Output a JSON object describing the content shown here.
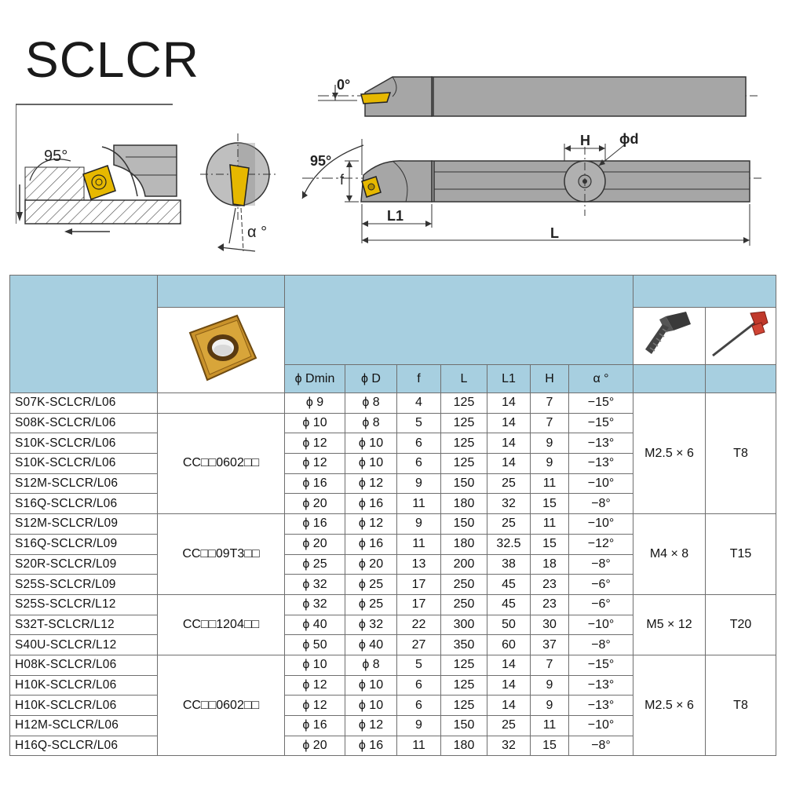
{
  "title": "SCLCR",
  "diagram_labels": {
    "angle_approach_left": "95°",
    "angle_zero": "0°",
    "angle_approach_right": "95°",
    "dim_f": "f",
    "dim_H": "H",
    "dim_d": "ϕd",
    "dim_L1": "L1",
    "dim_L": "L",
    "angle_alpha": "α °"
  },
  "table": {
    "columns": [
      "ϕ Dmin",
      "ϕ D",
      "f",
      "L",
      "L1",
      "H",
      "α °"
    ],
    "groups": [
      {
        "insert": "",
        "rows": [
          {
            "model": "S07K-SCLCR/L06",
            "dmin": "ϕ 9",
            "d": "ϕ 8",
            "f": "4",
            "L": "125",
            "L1": "14",
            "H": "7",
            "alpha": "−15°"
          }
        ]
      },
      {
        "insert": "CC□□0602□□",
        "rows": [
          {
            "model": "S08K-SCLCR/L06",
            "dmin": "ϕ 10",
            "d": "ϕ 8",
            "f": "5",
            "L": "125",
            "L1": "14",
            "H": "7",
            "alpha": "−15°"
          },
          {
            "model": "S10K-SCLCR/L06",
            "dmin": "ϕ 12",
            "d": "ϕ 10",
            "f": "6",
            "L": "125",
            "L1": "14",
            "H": "9",
            "alpha": "−13°"
          },
          {
            "model": "S10K-SCLCR/L06",
            "dmin": "ϕ 12",
            "d": "ϕ 10",
            "f": "6",
            "L": "125",
            "L1": "14",
            "H": "9",
            "alpha": "−13°"
          },
          {
            "model": "S12M-SCLCR/L06",
            "dmin": "ϕ 16",
            "d": "ϕ 12",
            "f": "9",
            "L": "150",
            "L1": "25",
            "H": "11",
            "alpha": "−10°"
          },
          {
            "model": "S16Q-SCLCR/L06",
            "dmin": "ϕ 20",
            "d": "ϕ 16",
            "f": "11",
            "L": "180",
            "L1": "32",
            "H": "15",
            "alpha": "−8°"
          }
        ]
      },
      {
        "insert": "CC□□09T3□□",
        "rows": [
          {
            "model": "S12M-SCLCR/L09",
            "dmin": "ϕ 16",
            "d": "ϕ 12",
            "f": "9",
            "L": "150",
            "L1": "25",
            "H": "11",
            "alpha": "−10°"
          },
          {
            "model": "S16Q-SCLCR/L09",
            "dmin": "ϕ 20",
            "d": "ϕ 16",
            "f": "11",
            "L": "180",
            "L1": "32.5",
            "H": "15",
            "alpha": "−12°"
          },
          {
            "model": "S20R-SCLCR/L09",
            "dmin": "ϕ 25",
            "d": "ϕ 20",
            "f": "13",
            "L": "200",
            "L1": "38",
            "H": "18",
            "alpha": "−8°"
          },
          {
            "model": "S25S-SCLCR/L09",
            "dmin": "ϕ 32",
            "d": "ϕ 25",
            "f": "17",
            "L": "250",
            "L1": "45",
            "H": "23",
            "alpha": "−6°"
          }
        ]
      },
      {
        "insert": "CC□□1204□□",
        "rows": [
          {
            "model": "S25S-SCLCR/L12",
            "dmin": "ϕ 32",
            "d": "ϕ 25",
            "f": "17",
            "L": "250",
            "L1": "45",
            "H": "23",
            "alpha": "−6°"
          },
          {
            "model": "S32T-SCLCR/L12",
            "dmin": "ϕ 40",
            "d": "ϕ 32",
            "f": "22",
            "L": "300",
            "L1": "50",
            "H": "30",
            "alpha": "−10°"
          },
          {
            "model": "S40U-SCLCR/L12",
            "dmin": "ϕ 50",
            "d": "ϕ 40",
            "f": "27",
            "L": "350",
            "L1": "60",
            "H": "37",
            "alpha": "−8°"
          }
        ]
      },
      {
        "insert": "CC□□0602□□",
        "rows": [
          {
            "model": "H08K-SCLCR/L06",
            "dmin": "ϕ 10",
            "d": "ϕ 8",
            "f": "5",
            "L": "125",
            "L1": "14",
            "H": "7",
            "alpha": "−15°"
          },
          {
            "model": "H10K-SCLCR/L06",
            "dmin": "ϕ 12",
            "d": "ϕ 10",
            "f": "6",
            "L": "125",
            "L1": "14",
            "H": "9",
            "alpha": "−13°"
          },
          {
            "model": "H10K-SCLCR/L06",
            "dmin": "ϕ 12",
            "d": "ϕ 10",
            "f": "6",
            "L": "125",
            "L1": "14",
            "H": "9",
            "alpha": "−13°"
          },
          {
            "model": "H12M-SCLCR/L06",
            "dmin": "ϕ 16",
            "d": "ϕ 12",
            "f": "9",
            "L": "150",
            "L1": "25",
            "H": "11",
            "alpha": "−10°"
          },
          {
            "model": "H16Q-SCLCR/L06",
            "dmin": "ϕ 20",
            "d": "ϕ 16",
            "f": "11",
            "L": "180",
            "L1": "32",
            "H": "15",
            "alpha": "−8°"
          }
        ]
      }
    ],
    "screw_groups": [
      {
        "screw": "M2.5 × 6",
        "key": "T8",
        "rowspan": 6
      },
      {
        "screw": "M4 × 8",
        "key": "T15",
        "rowspan": 4
      },
      {
        "screw": "M5 × 12",
        "key": "T20",
        "rowspan": 3
      },
      {
        "screw": "M2.5 × 6",
        "key": "T8",
        "rowspan": 5
      }
    ]
  },
  "colors": {
    "header_blue": "#a7cfe0",
    "insert_gold": "#c9a227",
    "toolholder_grey": "#9a9a9a",
    "key_red": "#c0392b"
  }
}
